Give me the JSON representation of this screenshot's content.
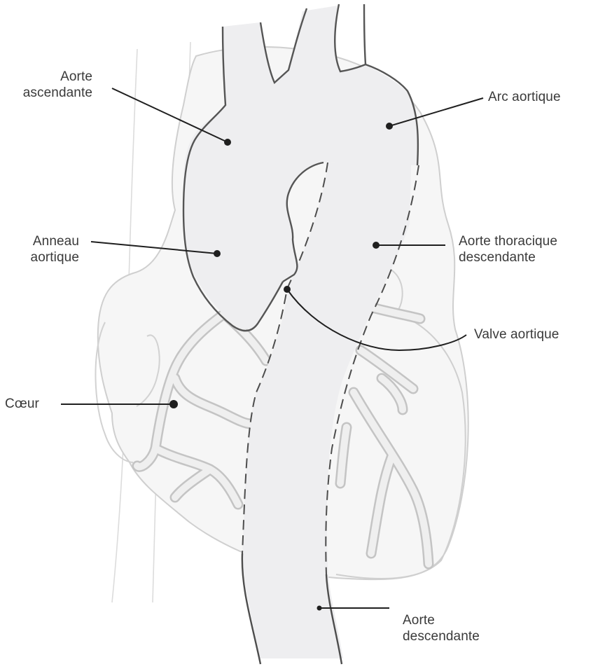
{
  "labels": {
    "aorte_ascendante": [
      "Aorte",
      "ascendante"
    ],
    "arc_aortique": [
      "Arc aortique"
    ],
    "anneau_aortique": [
      "Anneau",
      "aortique"
    ],
    "aorte_thoracique_descendante": [
      "Aorte thoracique",
      "descendante"
    ],
    "valve_aortique": [
      "Valve aortique"
    ],
    "coeur": [
      "Cœur"
    ],
    "aorte_descendante": [
      "Aorte",
      "descendante"
    ]
  },
  "colors": {
    "text": "#3a3a3a",
    "leader": "#1f1f1f",
    "aorta_fill": "#eeeef0",
    "aorta_outline": "#555555",
    "heart_outline": "#c8c8c8",
    "heart_fill": "#f6f6f6",
    "vessel_fill": "#e4e4e4"
  }
}
